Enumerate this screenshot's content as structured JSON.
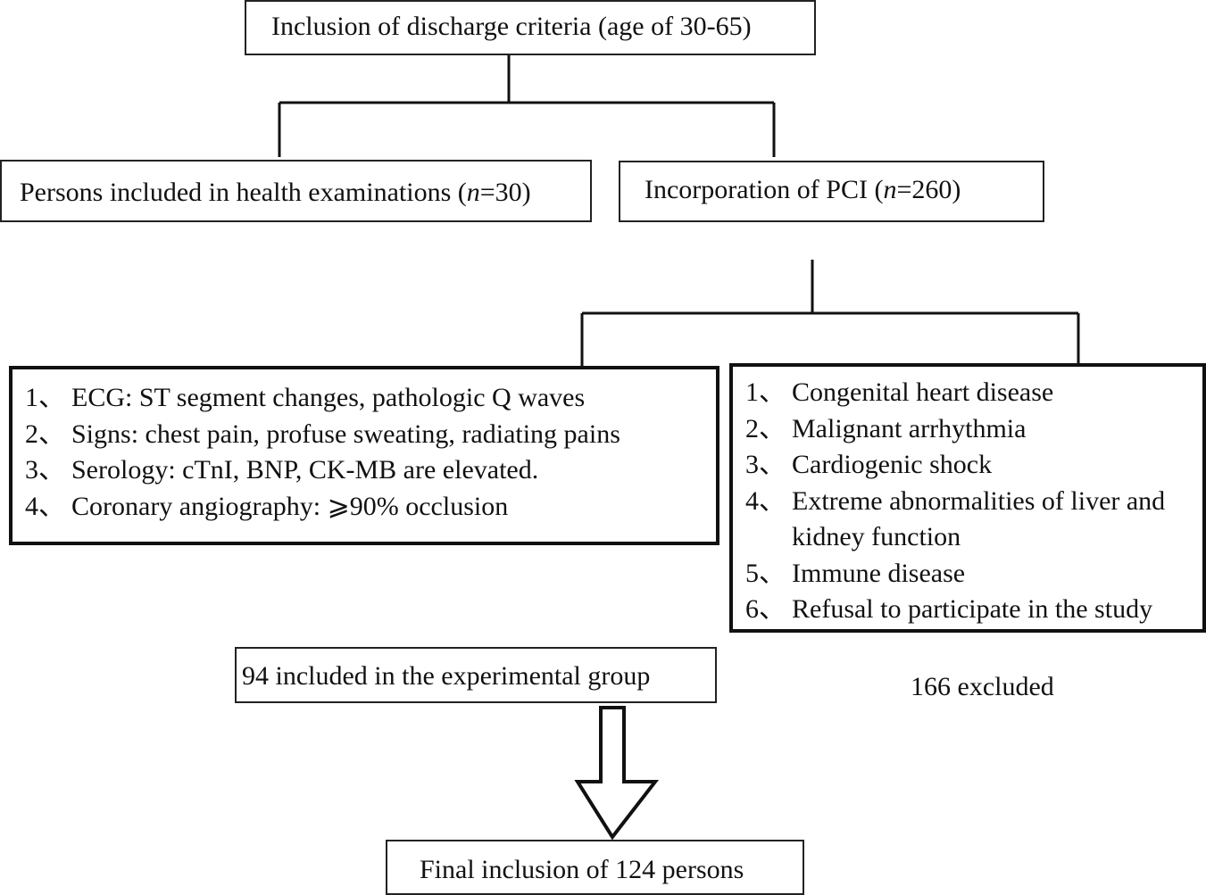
{
  "boxes": {
    "top": {
      "text": "Inclusion of discharge criteria (age of 30-65)"
    },
    "health": {
      "prefix": "Persons included in health examinations (",
      "n_symbol": "n",
      "suffix": "=30)"
    },
    "pci": {
      "prefix": "Incorporation of PCI (",
      "n_symbol": "n",
      "suffix": "=260)"
    },
    "criteria": {
      "items": [
        {
          "num": "1、",
          "text": "ECG: ST segment changes, pathologic Q waves"
        },
        {
          "num": "2、",
          "text": "Signs: chest pain, profuse sweating, radiating pains"
        },
        {
          "num": "3、",
          "text": "Serology: cTnI, BNP, CK-MB are elevated."
        },
        {
          "num": "4、",
          "text": "Coronary angiography: ⩾90% occlusion"
        }
      ]
    },
    "exclusion": {
      "items": [
        {
          "num": "1、",
          "text": "Congenital heart disease"
        },
        {
          "num": "2、",
          "text": "Malignant arrhythmia"
        },
        {
          "num": "3、",
          "text": "Cardiogenic shock"
        },
        {
          "num": "4、",
          "text": "Extreme abnormalities of liver and kidney function"
        },
        {
          "num": "5、",
          "text": "Immune disease"
        },
        {
          "num": "6、",
          "text": "Refusal to participate in the study"
        }
      ]
    },
    "experimental": {
      "text": "94 included in the experimental group"
    },
    "excluded": {
      "text": "166 excluded"
    },
    "final": {
      "text": "Final inclusion of 124 persons"
    }
  }
}
